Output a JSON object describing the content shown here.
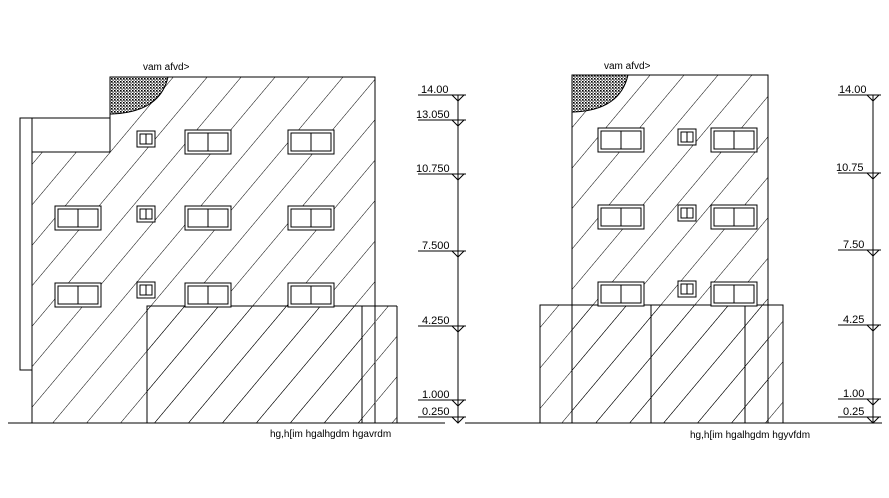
{
  "left_elevation": {
    "roof_label": "vam afvd>",
    "levels": [
      {
        "key": "l14",
        "label": "14.00"
      },
      {
        "key": "l1305",
        "label": "13.050"
      },
      {
        "key": "l1075",
        "label": "10.750"
      },
      {
        "key": "l75",
        "label": "7.500"
      },
      {
        "key": "l425",
        "label": "4.250"
      },
      {
        "key": "l1",
        "label": "1.000"
      },
      {
        "key": "l025",
        "label": "0.250"
      }
    ],
    "caption": "hg,h[im hgalhgdm hgavrdm"
  },
  "right_elevation": {
    "roof_label": "vam afvd>",
    "levels": [
      {
        "key": "l14",
        "label": "14.00"
      },
      {
        "key": "l1075",
        "label": "10.75"
      },
      {
        "key": "l75",
        "label": "7.50"
      },
      {
        "key": "l425",
        "label": "4.25"
      },
      {
        "key": "l1",
        "label": "1.00"
      },
      {
        "key": "l025",
        "label": "0.25"
      }
    ],
    "caption": "hg,h[im hgalhgdm hgyvfdm"
  },
  "colors": {
    "line": "#000000",
    "background": "#ffffff"
  }
}
